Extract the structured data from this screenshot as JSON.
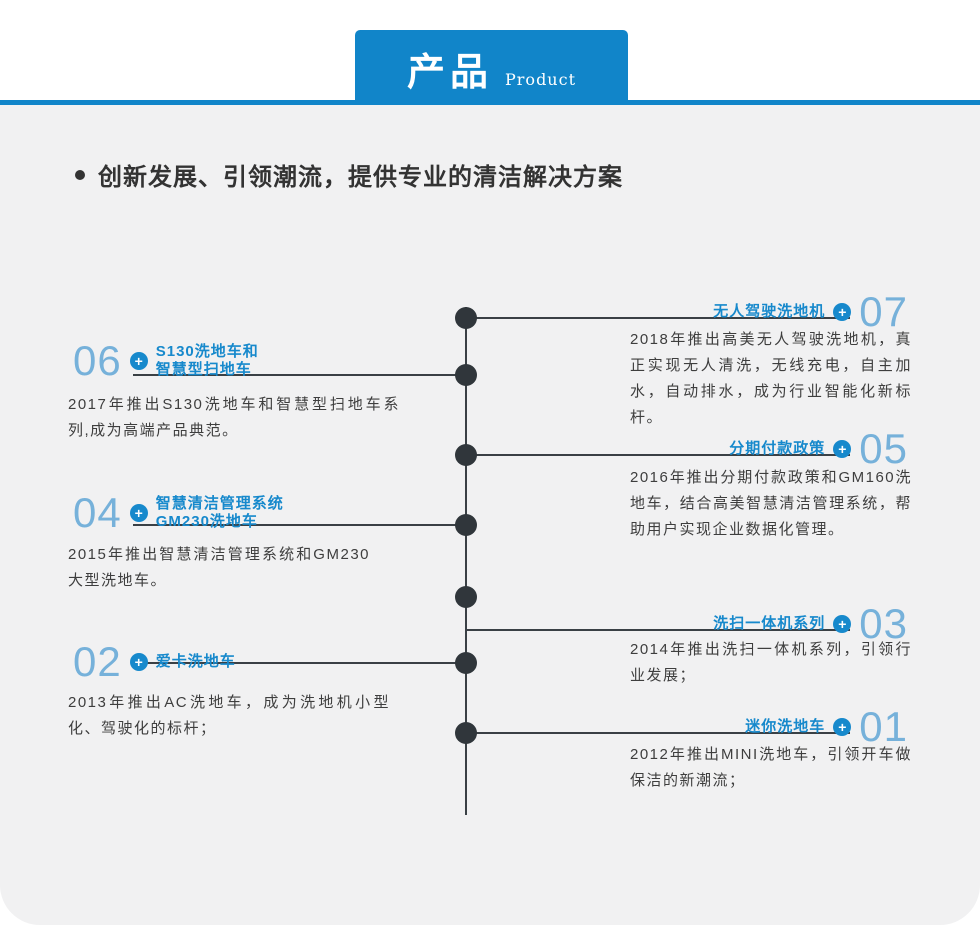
{
  "header": {
    "tab_title": "产品",
    "tab_subtitle": "Product"
  },
  "section": {
    "heading": "创新发展、引领潮流，提供专业的清洁解决方案"
  },
  "icons": {
    "plus_icon": "+",
    "bullet_icon": "●",
    "timeline_dot_icon": "●"
  },
  "colors": {
    "accent_blue": "#1185c9",
    "title_blue": "#1789cc",
    "number_blue": "#76b1da",
    "dot_dark": "#30363b",
    "panel_gray": "#f1f1f2",
    "text_dark": "#3e3e3e"
  },
  "timeline": {
    "entries": [
      {
        "number": "07",
        "side": "right",
        "title": "无人驾驶洗地机",
        "body": "2018年推出高美无人驾驶洗地机，真正实现无人清洗，无线充电，自主加水，自动排水，成为行业智能化新标杆。"
      },
      {
        "number": "06",
        "side": "left",
        "title": "S130洗地车和\n智慧型扫地车",
        "body": "2017年推出S130洗地车和智慧型扫地车系列,成为高端产品典范。"
      },
      {
        "number": "05",
        "side": "right",
        "title": "分期付款政策",
        "body": "2016年推出分期付款政策和GM160洗地车，结合高美智慧清洁管理系统，帮助用户实现企业数据化管理。"
      },
      {
        "number": "04",
        "side": "left",
        "title": "智慧清洁管理系统\nGM230洗地车",
        "body": "2015年推出智慧清洁管理系统和GM230大型洗地车。"
      },
      {
        "number": "03",
        "side": "right",
        "title": "洗扫一体机系列",
        "body": "2014年推出洗扫一体机系列，引领行业发展；"
      },
      {
        "number": "02",
        "side": "left",
        "title": "爱卡洗地车",
        "body": "2013年推出AC洗地车，成为洗地机小型化、驾驶化的标杆；"
      },
      {
        "number": "01",
        "side": "right",
        "title": "迷你洗地车",
        "body": "2012年推出MINI洗地车，引领开车做保洁的新潮流；"
      }
    ]
  }
}
